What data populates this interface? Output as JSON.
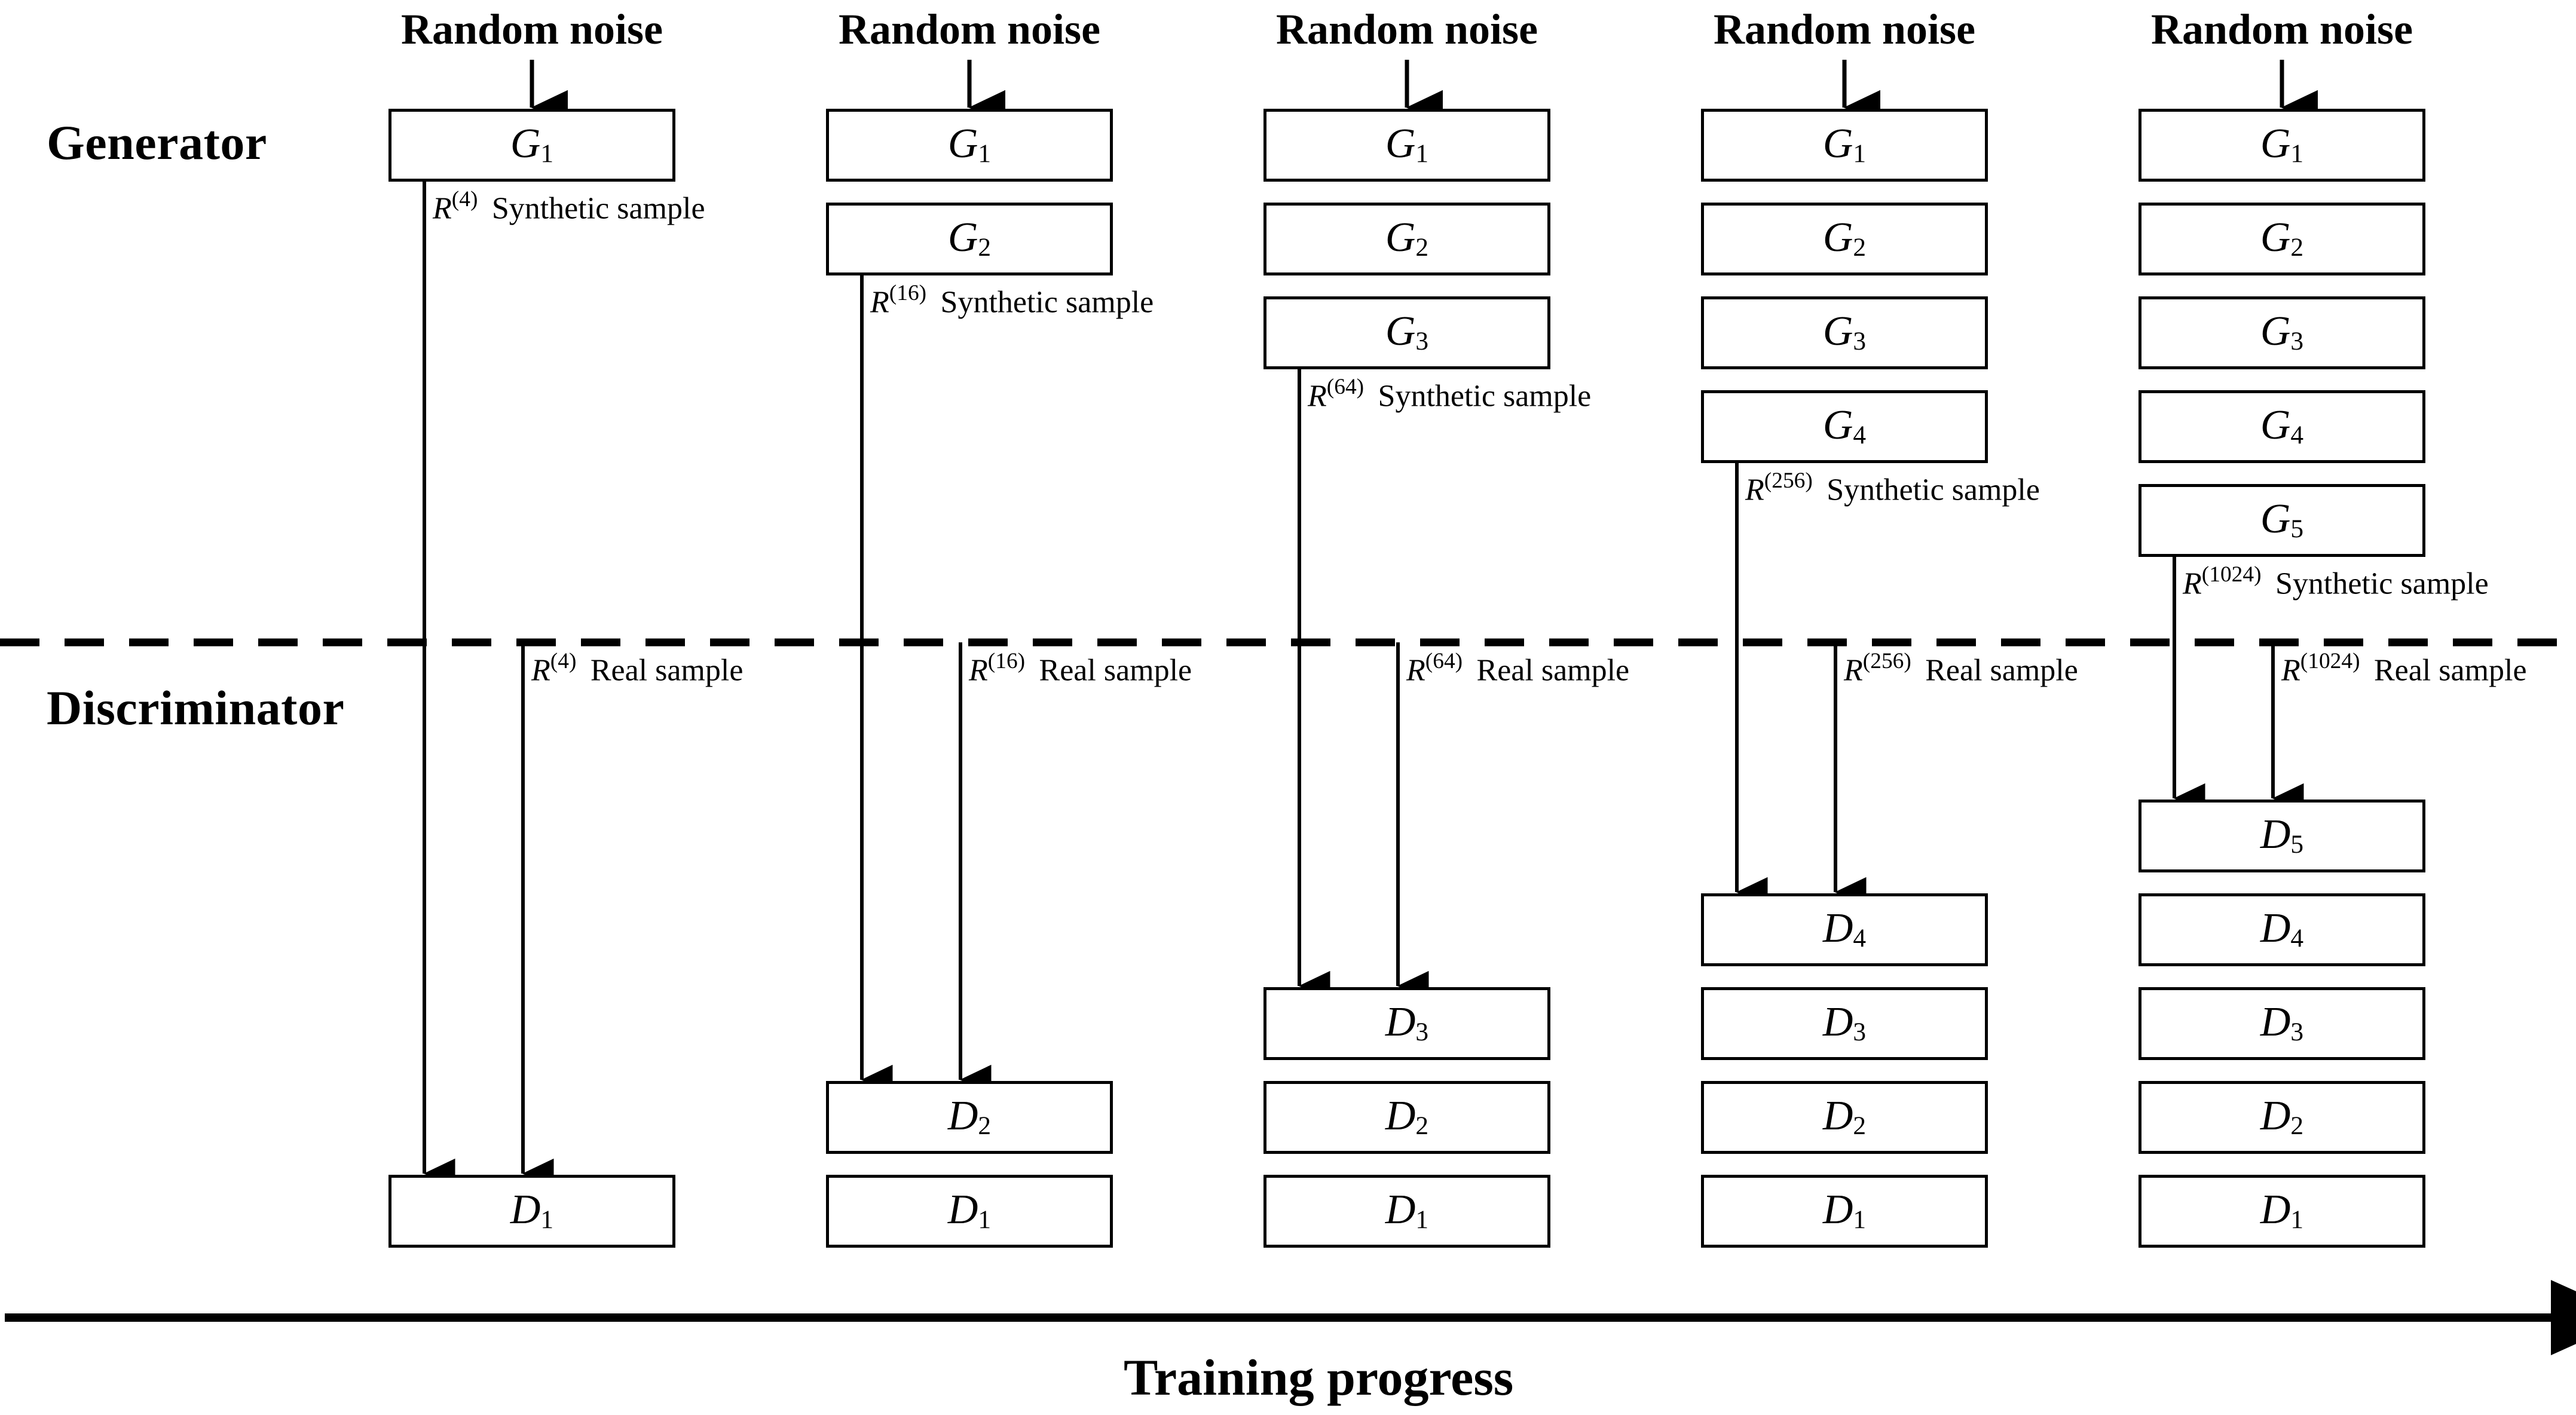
{
  "diagram": {
    "title_axis_label": "Training progress",
    "row_labels": {
      "generator": "Generator",
      "discriminator": "Discriminator"
    },
    "noise_label": "Random noise",
    "resolution_prefix": "R",
    "synthetic_suffix": "Synthetic sample",
    "real_suffix": "Real sample",
    "colors": {
      "stroke": "#000000",
      "background": "#ffffff"
    },
    "stages": [
      {
        "index": 1,
        "resolution": "4",
        "noise_label": "Random noise",
        "generators": [
          "G1"
        ],
        "generator_labels": [
          {
            "base": "G",
            "sub": "1"
          }
        ],
        "discriminators": [
          "D1"
        ],
        "discriminator_labels": [
          {
            "base": "D",
            "sub": "1"
          }
        ],
        "synthetic_label": "R(4) Synthetic sample",
        "real_label": "R(4) Real sample"
      },
      {
        "index": 2,
        "resolution": "16",
        "noise_label": "Random noise",
        "generators": [
          "G1",
          "G2"
        ],
        "generator_labels": [
          {
            "base": "G",
            "sub": "1"
          },
          {
            "base": "G",
            "sub": "2"
          }
        ],
        "discriminators": [
          "D2",
          "D1"
        ],
        "discriminator_labels": [
          {
            "base": "D",
            "sub": "2"
          },
          {
            "base": "D",
            "sub": "1"
          }
        ],
        "synthetic_label": "R(16) Synthetic sample",
        "real_label": "R(16) Real sample"
      },
      {
        "index": 3,
        "resolution": "64",
        "noise_label": "Random noise",
        "generators": [
          "G1",
          "G2",
          "G3"
        ],
        "generator_labels": [
          {
            "base": "G",
            "sub": "1"
          },
          {
            "base": "G",
            "sub": "2"
          },
          {
            "base": "G",
            "sub": "3"
          }
        ],
        "discriminators": [
          "D3",
          "D2",
          "D1"
        ],
        "discriminator_labels": [
          {
            "base": "D",
            "sub": "3"
          },
          {
            "base": "D",
            "sub": "2"
          },
          {
            "base": "D",
            "sub": "1"
          }
        ],
        "synthetic_label": "R(64) Synthetic sample",
        "real_label": "R(64) Real sample"
      },
      {
        "index": 4,
        "resolution": "256",
        "noise_label": "Random noise",
        "generators": [
          "G1",
          "G2",
          "G3",
          "G4"
        ],
        "generator_labels": [
          {
            "base": "G",
            "sub": "1"
          },
          {
            "base": "G",
            "sub": "2"
          },
          {
            "base": "G",
            "sub": "3"
          },
          {
            "base": "G",
            "sub": "4"
          }
        ],
        "discriminators": [
          "D4",
          "D3",
          "D2",
          "D1"
        ],
        "discriminator_labels": [
          {
            "base": "D",
            "sub": "4"
          },
          {
            "base": "D",
            "sub": "3"
          },
          {
            "base": "D",
            "sub": "2"
          },
          {
            "base": "D",
            "sub": "1"
          }
        ],
        "synthetic_label": "R(256) Synthetic sample",
        "real_label": "R(256) Real sample"
      },
      {
        "index": 5,
        "resolution": "1024",
        "noise_label": "Random noise",
        "generators": [
          "G1",
          "G2",
          "G3",
          "G4",
          "G5"
        ],
        "generator_labels": [
          {
            "base": "G",
            "sub": "1"
          },
          {
            "base": "G",
            "sub": "2"
          },
          {
            "base": "G",
            "sub": "3"
          },
          {
            "base": "G",
            "sub": "4"
          },
          {
            "base": "G",
            "sub": "5"
          }
        ],
        "discriminators": [
          "D5",
          "D4",
          "D3",
          "D2",
          "D1"
        ],
        "discriminator_labels": [
          {
            "base": "D",
            "sub": "5"
          },
          {
            "base": "D",
            "sub": "4"
          },
          {
            "base": "D",
            "sub": "3"
          },
          {
            "base": "D",
            "sub": "2"
          },
          {
            "base": "D",
            "sub": "1"
          }
        ],
        "synthetic_label": "R(1024) Synthetic sample",
        "real_label": "R(1024) Real sample"
      }
    ]
  }
}
